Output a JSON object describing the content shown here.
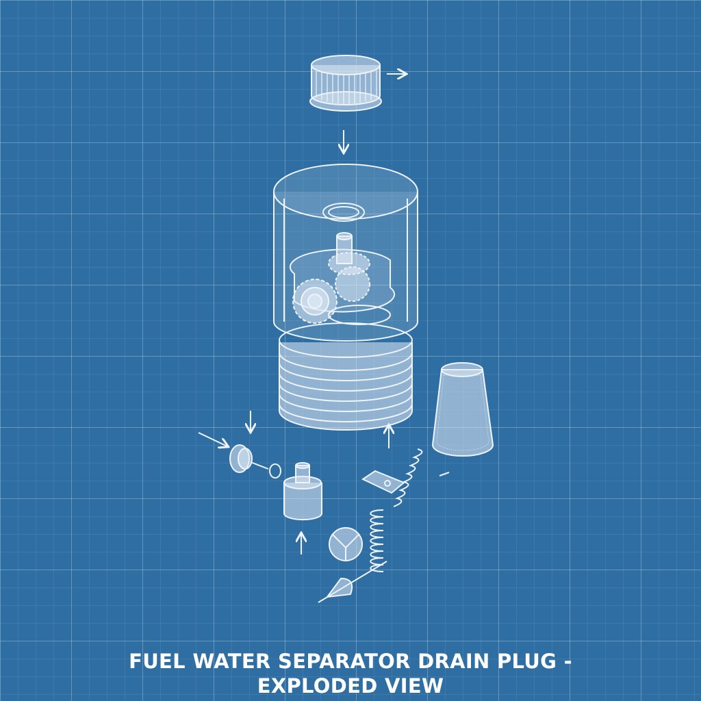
{
  "title": {
    "line1": "FUEL WATER SEPARATOR DRAIN PLUG -",
    "line2": "EXPLODED VIEW"
  },
  "colors": {
    "background": "#2f6ea3",
    "linework": "#eef4fa",
    "grid": "#ffffff"
  },
  "parts": [
    "knurled-cap",
    "transparent-bowl",
    "o-ring",
    "gear-assembly",
    "threaded-base",
    "mesh-filter-cone",
    "valve-button",
    "small-o-ring",
    "cylindrical-plug",
    "float-ball",
    "bracket",
    "spring",
    "needle-valve"
  ]
}
